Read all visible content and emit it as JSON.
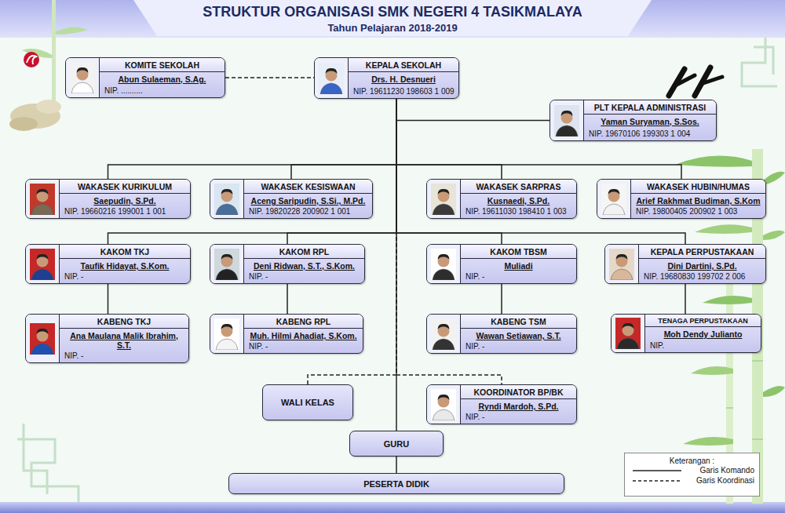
{
  "diagram": {
    "title": "STRUKTUR ORGANISASI SMK NEGERI 4 TASIKMALAYA",
    "nodes": [
      {
        "text": [
          "KOMITE SEKOLAH",
          "Abun Sulaeman, S.Ag.",
          "NIP. .........."
        ]
      },
      {
        "text": [
          "KEPALA SEKOLAH",
          "Drs. H. Desnueri",
          "NIP. 19611230 198603 1 009"
        ]
      },
      {
        "text": [
          "PLT KEPALA ADMINISTRASI",
          "Yaman Suryaman, S.Sos.",
          "NIP. 19670106 199303 1 004"
        ]
      },
      {
        "text": [
          "WAKASEK KURIKULUM",
          "Saepudin, S.Pd.",
          "NIP. 19660216 199001 1 001"
        ]
      },
      {
        "text": [
          "WAKASEK KESISWAAN",
          "Aceng Saripudin, S.Si., M.Pd.",
          "NIP. 19820228 200902 1 001"
        ]
      },
      {
        "text": [
          "WAKASEK SARPRAS",
          "Kusnaedi, S.Pd.",
          "NIP. 19611030 198410 1 003"
        ]
      },
      {
        "text": [
          "WAKASEK HUBIN/HUMAS",
          "Arief Rakhmat Budiman, S.Kom",
          "NIP. 19800405 200902 1 003"
        ]
      },
      {
        "text": [
          "KAKOM TKJ",
          "Taufik Hidayat, S.Kom.",
          "NIP. -"
        ]
      },
      {
        "text": [
          "KAKOM RPL",
          "Deni Ridwan, S.T., S.Kom.",
          "NIP. -"
        ]
      },
      {
        "text": [
          "KAKOM TBSM",
          "Muliadi",
          "NIP. -"
        ]
      },
      {
        "text": [
          "KEPALA PERPUSTAKAAN",
          "Dini Dartini, S.Pd.",
          "NIP. 19680830 199702 2 006"
        ]
      },
      {
        "text": [
          "KABENG TKJ",
          "Ana Maulana Malik Ibrahim, S.T.",
          "NIP. -"
        ]
      },
      {
        "text": [
          "KABENG RPL",
          "Muh. Hilmi Ahadiat, S.Kom.",
          "NIP. -"
        ]
      },
      {
        "text": [
          "KABENG TSM",
          "Wawan Setiawan, S.T.",
          "NIP. -"
        ]
      },
      {
        "text": [
          "TENAGA PERPUSTAKAAN",
          "Moh Dendy Julianto",
          "NIP."
        ]
      },
      {
        "text": [
          "WALI KELAS"
        ]
      },
      {
        "text": [
          "KOORDINATOR BP/BK",
          "Ryndi Mardoh, S.Pd.",
          "NIP. -"
        ]
      },
      {
        "text": [
          "GURU"
        ]
      },
      {
        "text": [
          "PESERTA DIDIK"
        ]
      }
    ],
    "edges": [
      {
        "from": 0,
        "to": 1,
        "arrow": "none"
      },
      {
        "from": 1,
        "to": 2,
        "arrow": "none"
      },
      {
        "from": 1,
        "to": 3,
        "arrow": "none"
      },
      {
        "from": 1,
        "to": 4,
        "arrow": "none"
      },
      {
        "from": 1,
        "to": 5,
        "arrow": "none"
      },
      {
        "from": 1,
        "to": 6,
        "arrow": "none"
      },
      {
        "from": 1,
        "to": 7,
        "arrow": "none"
      },
      {
        "from": 1,
        "to": 8,
        "arrow": "none"
      },
      {
        "from": 1,
        "to": 9,
        "arrow": "none"
      },
      {
        "from": 1,
        "to": 10,
        "arrow": "none"
      },
      {
        "from": 7,
        "to": 11,
        "arrow": "none"
      },
      {
        "from": 8,
        "to": 12,
        "arrow": "none"
      },
      {
        "from": 9,
        "to": 13,
        "arrow": "none"
      },
      {
        "from": 10,
        "to": 14,
        "arrow": "none"
      },
      {
        "from": 1,
        "to": 15,
        "arrow": "none"
      },
      {
        "from": 1,
        "to": 16,
        "arrow": "none"
      },
      {
        "from": 1,
        "to": 17,
        "arrow": "none"
      },
      {
        "from": 17,
        "to": 18,
        "arrow": "none"
      }
    ],
    "labels": [
      "Tahun Pelajaran 2018-2019",
      "Keterangan :"
    ],
    "legend": [
      {
        "text": "Garis Komando"
      },
      {
        "text": "Garis Koordinasi"
      }
    ]
  }
}
